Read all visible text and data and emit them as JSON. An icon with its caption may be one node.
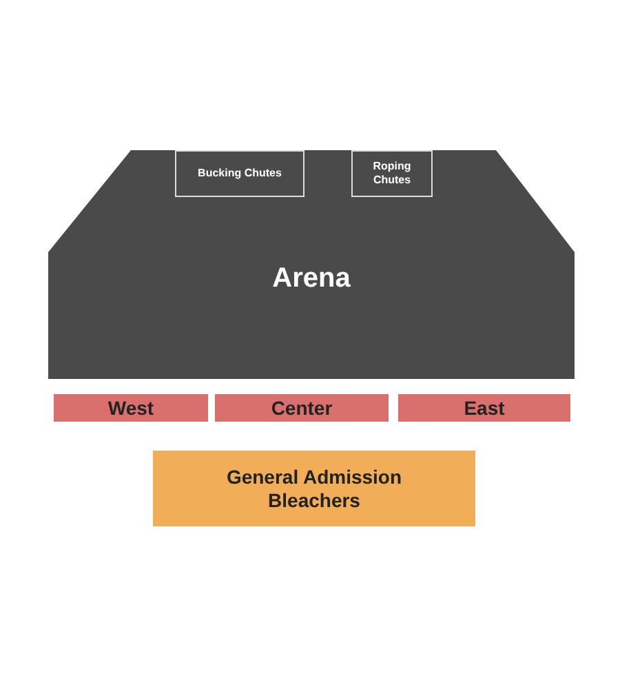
{
  "diagram": {
    "nodes": [
      {
        "text": [
          "Arena"
        ]
      },
      {
        "text": [
          "Bucking Chutes"
        ],
        "in": 0
      },
      {
        "text": [
          "Roping Chutes"
        ],
        "in": 0
      },
      {
        "text": [
          "West"
        ]
      },
      {
        "text": [
          "Center"
        ]
      },
      {
        "text": [
          "East"
        ]
      },
      {
        "text": [
          "General Admission Bleachers"
        ]
      }
    ]
  }
}
